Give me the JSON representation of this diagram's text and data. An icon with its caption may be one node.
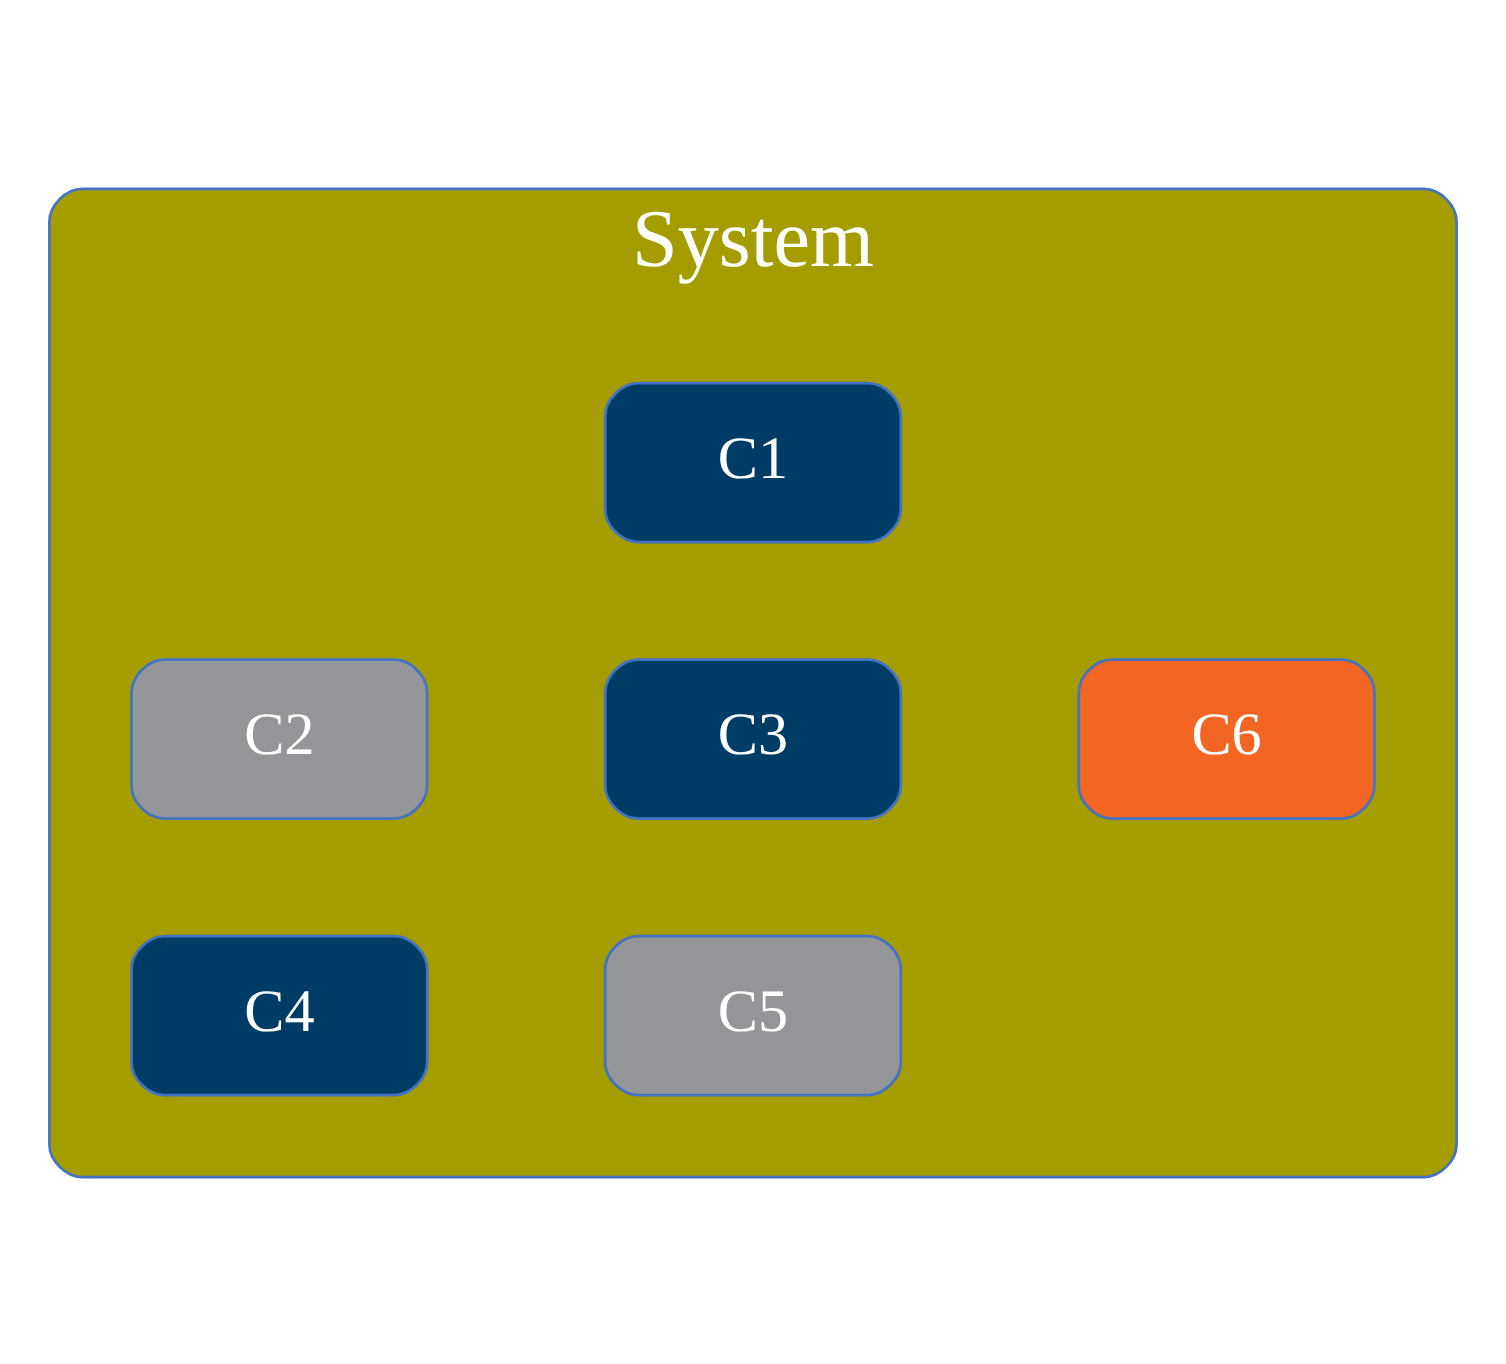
{
  "diagram": {
    "nodes": [
      {
        "text": [
          "System"
        ]
      },
      {
        "text": [
          "C1"
        ],
        "in": 0
      },
      {
        "text": [
          "C2"
        ],
        "in": 0
      },
      {
        "text": [
          "C3"
        ],
        "in": 0
      },
      {
        "text": [
          "C6"
        ],
        "in": 0
      },
      {
        "text": [
          "C4"
        ],
        "in": 0
      },
      {
        "text": [
          "C5"
        ],
        "in": 0
      }
    ]
  }
}
